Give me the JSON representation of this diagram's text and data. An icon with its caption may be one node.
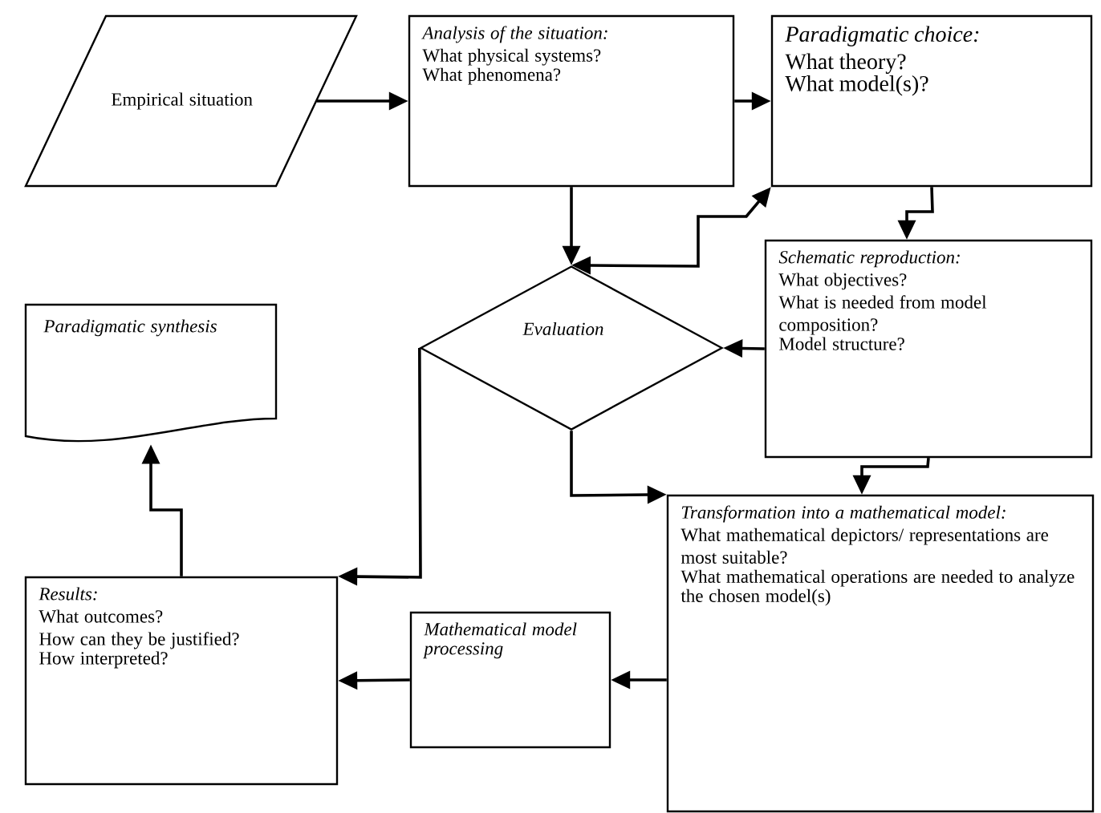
{
  "diagram": {
    "nodes": [
      {
        "text": [
          "Empirical situation"
        ]
      },
      {
        "text": [
          "Analysis of the situation:",
          "What physical systems?",
          "What phenomena?"
        ]
      },
      {
        "text": [
          "Paradigmatic choice:",
          "What theory?",
          "What model(s)?"
        ]
      },
      {
        "text": [
          "Schematic reproduction:",
          "What objectives?",
          "What is needed from model composition?",
          "Model structure?"
        ]
      },
      {
        "text": [
          "Evaluation"
        ]
      },
      {
        "text": [
          "Paradigmatic synthesis"
        ]
      },
      {
        "text": [
          "Transformation into a mathematical model:",
          "What mathematical depictors/ representations are most suitable?",
          "What mathematical operations are needed to analyze the chosen model(s)"
        ]
      },
      {
        "text": [
          "Results:",
          "What outcomes?",
          "How can they be justified?",
          "How interpreted?"
        ]
      },
      {
        "text": [
          "Mathematical model processing"
        ]
      }
    ],
    "edges": [
      {
        "from": 0,
        "to": 1,
        "arrow": "to"
      },
      {
        "from": 1,
        "to": 2,
        "arrow": "to"
      },
      {
        "from": 1,
        "to": 4,
        "arrow": "to"
      },
      {
        "from": 2,
        "to": 4,
        "arrow": "both"
      },
      {
        "from": 2,
        "to": 3,
        "arrow": "to"
      },
      {
        "from": 3,
        "to": 4,
        "arrow": "to"
      },
      {
        "from": 4,
        "to": 6,
        "arrow": "to"
      },
      {
        "from": 4,
        "to": 7,
        "arrow": "to"
      },
      {
        "from": 3,
        "to": 6,
        "arrow": "to"
      },
      {
        "from": 6,
        "to": 8,
        "arrow": "to"
      },
      {
        "from": 8,
        "to": 7,
        "arrow": "to"
      },
      {
        "from": 7,
        "to": 5,
        "arrow": "to"
      }
    ]
  }
}
